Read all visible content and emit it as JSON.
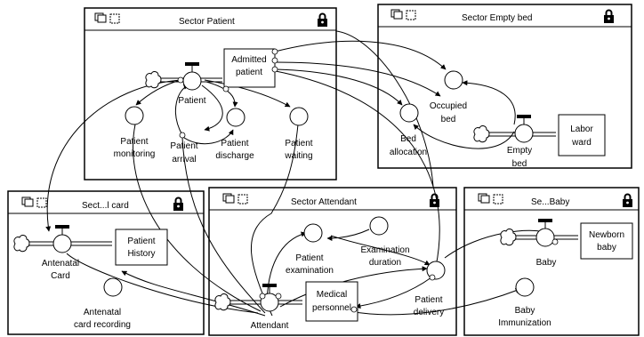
{
  "sectors": {
    "patient": {
      "title": "Sector Patient"
    },
    "empty_bed": {
      "title": "Sector Empty bed"
    },
    "card": {
      "title": "Sect...l card"
    },
    "attendant": {
      "title": "Sector Attendant"
    },
    "baby": {
      "title": "Se...Baby"
    }
  },
  "nodes": {
    "admitted_patient": [
      "Admitted",
      "patient"
    ],
    "patient": [
      "Patient"
    ],
    "patient_monitoring": [
      "Patient",
      "monitoring"
    ],
    "patient_arrival": [
      "Patient",
      "arrival"
    ],
    "patient_discharge": [
      "Patient",
      "discharge"
    ],
    "patient_waiting": [
      "Patient",
      "waiting"
    ],
    "occupied_bed": [
      "Occupied",
      "bed"
    ],
    "bed_allocation": [
      "Bed",
      "allocation"
    ],
    "empty_bed": [
      "Empty",
      "bed"
    ],
    "labor_ward": [
      "Labor",
      "ward"
    ],
    "patient_history": [
      "Patient",
      "History"
    ],
    "antenatal_card": [
      "Antenatal",
      "Card"
    ],
    "antenatal_card_recording": [
      "Antenatal",
      "card recording"
    ],
    "patient_examination": [
      "Patient",
      "examination"
    ],
    "examination_duration": [
      "Examination",
      "duration"
    ],
    "attendant": [
      "Attendant"
    ],
    "medical_personnel": [
      "Medical",
      "personnel"
    ],
    "patient_delivery": [
      "Patient",
      "delivery"
    ],
    "newborn_baby": [
      "Newborn",
      "baby"
    ],
    "baby": [
      "Baby"
    ],
    "baby_immunization": [
      "Baby",
      "Immunization"
    ]
  }
}
